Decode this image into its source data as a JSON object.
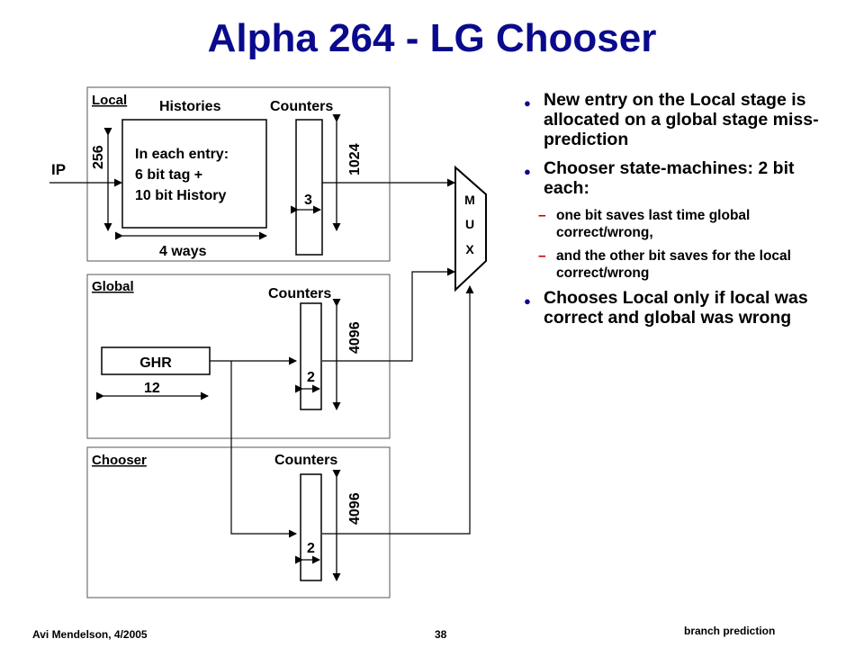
{
  "slide": {
    "title": "Alpha 264 - LG Chooser"
  },
  "diagram": {
    "input_label": "IP",
    "local": {
      "label": "Local",
      "histories_label": "Histories",
      "counters_label": "Counters",
      "entries": "256",
      "entry_text": [
        "In each entry:",
        "6 bit tag +",
        "10 bit History"
      ],
      "ways": "4 ways",
      "counter_entries": "1024",
      "counter_bits": "3"
    },
    "global": {
      "label": "Global",
      "counters_label": "Counters",
      "register": "GHR",
      "register_bits": "12",
      "counter_entries": "4096",
      "counter_bits": "2"
    },
    "chooser": {
      "label": "Chooser",
      "counters_label": "Counters",
      "counter_entries": "4096",
      "counter_bits": "2"
    },
    "mux_letters": [
      "M",
      "U",
      "X"
    ]
  },
  "bullets": [
    {
      "text": "New entry on the Local stage is allocated on a global stage miss-prediction",
      "subs": []
    },
    {
      "text": "Chooser state-machines: 2 bit each:",
      "subs": [
        "one bit saves last time global correct/wrong,",
        "and the other bit saves for the local correct/wrong"
      ]
    },
    {
      "text": "Chooses Local only if local was correct and global was wrong",
      "subs": []
    }
  ],
  "footer": {
    "author": "Avi Mendelson, 4/2005",
    "page": "38",
    "topic": "branch prediction"
  },
  "colors": {
    "title": "#0a0a8c",
    "bullet_dot": "#0a0a8c",
    "sub_dash": "#c00000",
    "box_border": "#555555"
  }
}
